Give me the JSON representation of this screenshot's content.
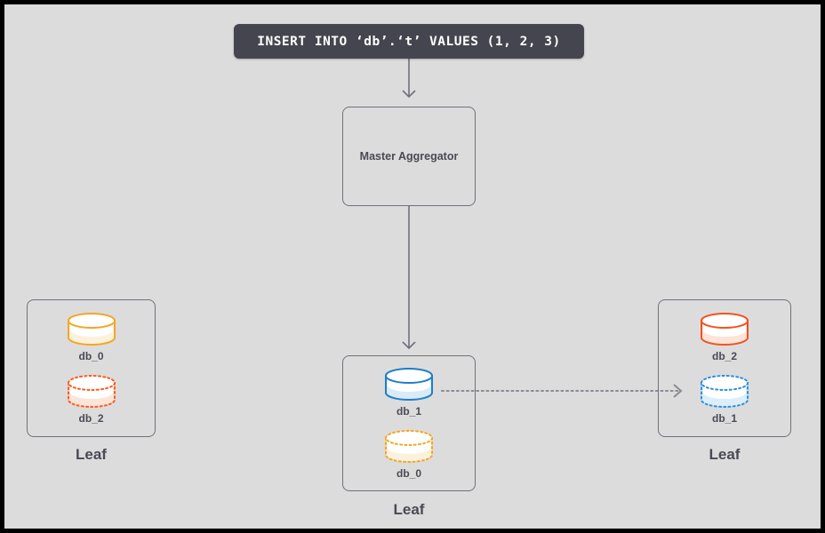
{
  "query_box": {
    "text": "INSERT INTO ‘db’.‘t’ VALUES (1, 2, 3)"
  },
  "aggregator": {
    "label": "Master Aggregator"
  },
  "leaves": [
    {
      "label": "Leaf",
      "databases": [
        {
          "name": "db_0",
          "style": "solid",
          "stroke": "#F5A623",
          "fill": "#FCF1DC"
        },
        {
          "name": "db_2",
          "style": "dotted",
          "stroke": "#FF5A1E",
          "fill": "#FCE4D8"
        }
      ]
    },
    {
      "label": "Leaf",
      "databases": [
        {
          "name": "db_1",
          "style": "solid",
          "stroke": "#1E7EC8",
          "fill": "#D9EBF8"
        },
        {
          "name": "db_0",
          "style": "dotted",
          "stroke": "#F5A623",
          "fill": "#FCF1DC"
        }
      ]
    },
    {
      "label": "Leaf",
      "databases": [
        {
          "name": "db_2",
          "style": "solid",
          "stroke": "#F4511E",
          "fill": "#FCE4D8"
        },
        {
          "name": "db_1",
          "style": "dotted",
          "stroke": "#2E8FE0",
          "fill": "#DCEEFA"
        }
      ]
    }
  ],
  "colors": {
    "canvas_bg": "#DCDCDC",
    "frame": "#000000",
    "query_bg": "#45454F",
    "query_text": "#FFFFFF",
    "node_border": "#70707E",
    "text": "#4A4A55",
    "arrow": "#70707E",
    "dotted_arrow": "#8B8B95"
  }
}
